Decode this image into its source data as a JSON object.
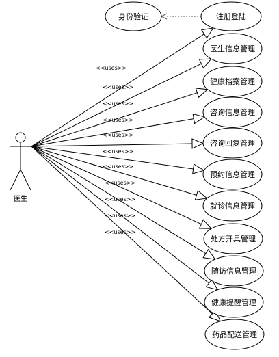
{
  "actor": {
    "label": "医生"
  },
  "stereotype": "<<uses>>",
  "include_source": "注册登陆",
  "include_target": "身份验证",
  "use_cases": [
    "身份验证",
    "注册登陆",
    "医生信息管理",
    "健康档案管理",
    "咨询信息管理",
    "咨询回复管理",
    "预约信息管理",
    "就诊信息管理",
    "处方开具管理",
    "随访信息管理",
    "健康提醒管理",
    "药品配送管理"
  ]
}
